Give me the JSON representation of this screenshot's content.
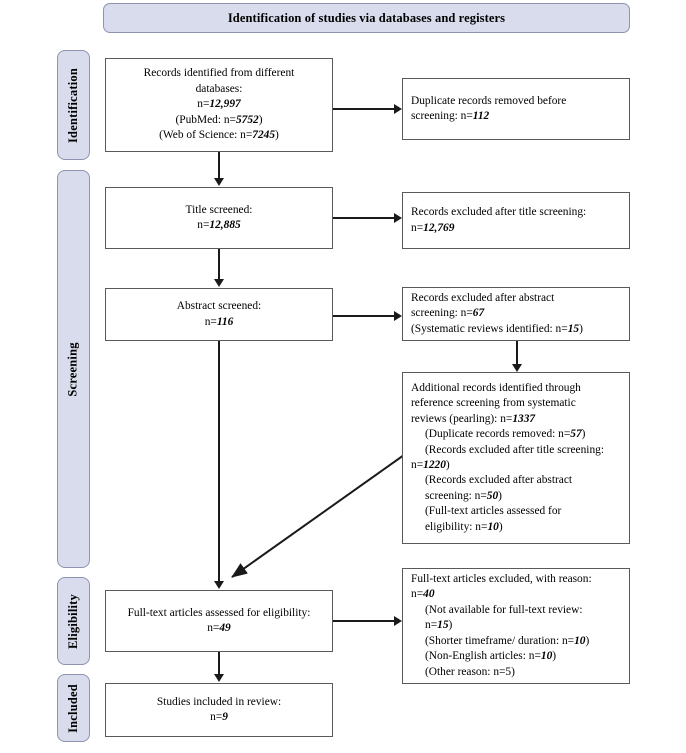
{
  "banner": {
    "title": "Identification of studies via databases and registers"
  },
  "stages": [
    {
      "name": "identification",
      "label": "Identification"
    },
    {
      "name": "screening",
      "label": "Screening"
    },
    {
      "name": "eligibility",
      "label": "Eligibility"
    },
    {
      "name": "included",
      "label": "Included"
    }
  ],
  "boxes": {
    "records_identified": {
      "l1": "Records identified from different",
      "l2": "databases:",
      "l3_pre": "n=",
      "l3_num": "12,997",
      "l4_pre": "(PubMed: n=",
      "l4_num": "5752",
      "l4_post": ")",
      "l5_pre": "(Web of Science: n=",
      "l5_num": "7245",
      "l5_post": ")"
    },
    "duplicates_removed": {
      "l1": "Duplicate records removed before",
      "l2_pre": "screening: n=",
      "l2_num": "112"
    },
    "title_screened": {
      "l1": "Title screened:",
      "l2_pre": "n=",
      "l2_num": "12,885"
    },
    "title_excluded": {
      "l1": "Records excluded after title screening:",
      "l2_pre": "n=",
      "l2_num": "12,769"
    },
    "abstract_screened": {
      "l1": "Abstract screened:",
      "l2_pre": "n=",
      "l2_num": "116"
    },
    "abstract_excluded": {
      "l1": "Records excluded after abstract",
      "l2_pre": "screening: n=",
      "l2_num": "67",
      "l3_pre": "(Systematic reviews identified: n=",
      "l3_num": "15",
      "l3_post": ")"
    },
    "pearling": {
      "l1": "Additional records identified through",
      "l2": "reference screening from systematic",
      "l3_pre": "reviews (pearling): n=",
      "l3_num": "1337",
      "l4_pre": "(Duplicate records removed: n=",
      "l4_num": "57",
      "l4_post": ")",
      "l5": "(Records excluded after title screening:",
      "l6_pre": "n=",
      "l6_num": "1220",
      "l6_post": ")",
      "l7": "(Records excluded after abstract",
      "l8_pre": "screening: n=",
      "l8_num": "50",
      "l8_post": ")",
      "l9": "(Full-text articles assessed for",
      "l10_pre": "eligibility: n=",
      "l10_num": "10",
      "l10_post": ")"
    },
    "fulltext_assessed": {
      "l1": "Full-text articles assessed for eligibility:",
      "l2_pre": "n=",
      "l2_num": "49"
    },
    "fulltext_excluded": {
      "l1": "Full-text articles excluded, with reason:",
      "l2_pre": "n=",
      "l2_num": "40",
      "l3": "(Not available for full-text review:",
      "l4_pre": "n=",
      "l4_num": "15",
      "l4_post": ")",
      "l5_pre": "(Shorter timeframe/ duration: n=",
      "l5_num": "10",
      "l5_post": ")",
      "l6_pre": "(Non-English articles: n=",
      "l6_num": "10",
      "l6_post": ")",
      "l7": "(Other reason: n=5)"
    },
    "studies_included": {
      "l1": "Studies included in review:",
      "l2_pre": "n=",
      "l2_num": "9"
    }
  },
  "colors": {
    "stage_fill": "#d9dcec",
    "stage_border": "#8f93ad",
    "box_border": "#595959",
    "connector": "#1a1a1a",
    "page_bg": "#ffffff"
  },
  "chart_data": {
    "type": "diagram",
    "title": "Identification of studies via databases and registers",
    "nodes": [
      {
        "id": "records_identified",
        "stage": "Identification",
        "label": "Records identified from different databases",
        "n": 12997,
        "breakdown": {
          "PubMed": 5752,
          "Web of Science": 7245
        }
      },
      {
        "id": "duplicates_removed",
        "stage": "Identification",
        "label": "Duplicate records removed before screening",
        "n": 112
      },
      {
        "id": "title_screened",
        "stage": "Screening",
        "label": "Title screened",
        "n": 12885
      },
      {
        "id": "title_excluded",
        "stage": "Screening",
        "label": "Records excluded after title screening",
        "n": 12769
      },
      {
        "id": "abstract_screened",
        "stage": "Screening",
        "label": "Abstract screened",
        "n": 116
      },
      {
        "id": "abstract_excluded",
        "stage": "Screening",
        "label": "Records excluded after abstract screening",
        "n": 67,
        "breakdown": {
          "Systematic reviews identified": 15
        }
      },
      {
        "id": "pearling",
        "stage": "Screening",
        "label": "Additional records identified through reference screening from systematic reviews (pearling)",
        "n": 1337,
        "breakdown": {
          "Duplicate records removed": 57,
          "Records excluded after title screening": 1220,
          "Records excluded after abstract screening": 50,
          "Full-text articles assessed for eligibility": 10
        }
      },
      {
        "id": "fulltext_assessed",
        "stage": "Eligibility",
        "label": "Full-text articles assessed for eligibility",
        "n": 49
      },
      {
        "id": "fulltext_excluded",
        "stage": "Eligibility",
        "label": "Full-text articles excluded, with reason",
        "n": 40,
        "breakdown": {
          "Not available for full-text review": 15,
          "Shorter timeframe/ duration": 10,
          "Non-English articles": 10,
          "Other reason": 5
        }
      },
      {
        "id": "studies_included",
        "stage": "Included",
        "label": "Studies included in review",
        "n": 9
      }
    ],
    "edges": [
      {
        "from": "records_identified",
        "to": "duplicates_removed",
        "dir": "right"
      },
      {
        "from": "records_identified",
        "to": "title_screened",
        "dir": "down"
      },
      {
        "from": "title_screened",
        "to": "title_excluded",
        "dir": "right"
      },
      {
        "from": "title_screened",
        "to": "abstract_screened",
        "dir": "down"
      },
      {
        "from": "abstract_screened",
        "to": "abstract_excluded",
        "dir": "right"
      },
      {
        "from": "abstract_screened",
        "to": "fulltext_assessed",
        "dir": "down"
      },
      {
        "from": "abstract_excluded",
        "to": "pearling",
        "dir": "down"
      },
      {
        "from": "pearling",
        "to": "fulltext_assessed",
        "dir": "diagonal"
      },
      {
        "from": "fulltext_assessed",
        "to": "fulltext_excluded",
        "dir": "right"
      },
      {
        "from": "fulltext_assessed",
        "to": "studies_included",
        "dir": "down"
      }
    ]
  }
}
